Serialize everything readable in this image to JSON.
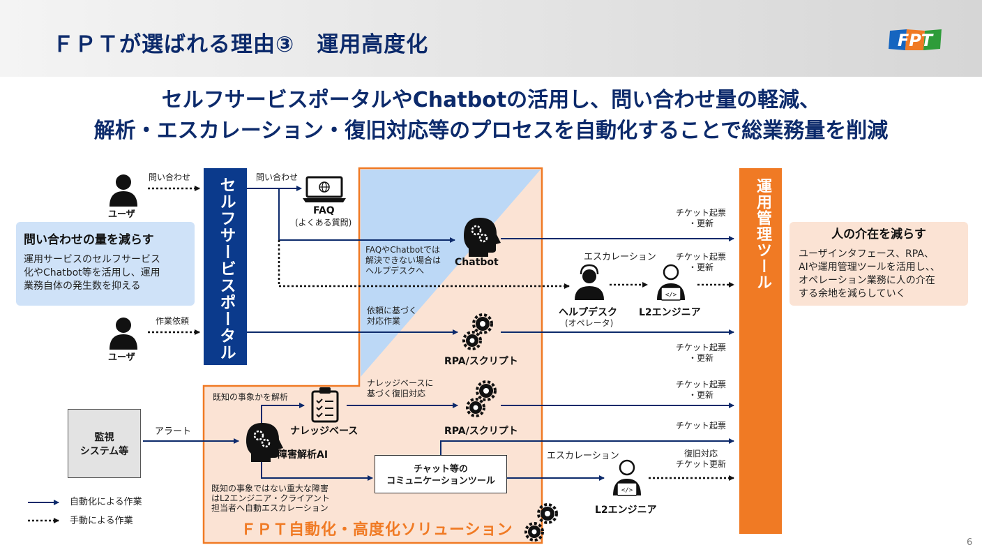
{
  "header": {
    "title": "ＦＰＴが選ばれる理由③　運用高度化",
    "logo_text": "FPT"
  },
  "headline": {
    "line1": "セルフサービスポータルやChatbotの活用し、問い合わせ量の軽減、",
    "line2": "解析・エスカレーション・復旧対応等のプロセスを自動化することで総業務量を削減"
  },
  "left_box": {
    "title": "問い合わせの量を減らす",
    "body": "運用サービスのセルフサービス\n化やChatbot等を活用し、運用\n業務自体の発生数を抑える"
  },
  "right_box": {
    "title": "人の介在を減らす",
    "body": "ユーザインタフェース、RPA、\nAIや運用管理ツールを活用し、、\nオペレーション業務に人の介在\nする余地を減らしていく"
  },
  "actors": {
    "user_label": "ユーザ",
    "helpdesk_label": "ヘルプデスク",
    "helpdesk_sub": "(オペレータ)",
    "l2_label": "L2エンジニア",
    "monitor_label": "監視\nシステム等"
  },
  "portal_label": "セルフサービスポータル",
  "mgmt_label": "運用管理ツール",
  "nodes": {
    "faq_label": "FAQ",
    "faq_sub": "(よくある質問)",
    "chatbot_label": "Chatbot",
    "rpa_label": "RPA/スクリプト",
    "knowledge_label": "ナレッジベース",
    "ai_label": "障害解析AI",
    "chat_tool_label": "チャット等の\nコミュニケーションツール"
  },
  "flows": {
    "inquiry": "問い合わせ",
    "work_request": "作業依頼",
    "alert": "アラート",
    "escalation": "エスカレーション",
    "ticket_update": "チケット起票\n・更新",
    "ticket_issue": "チケット起票",
    "recovery_ticket": "復旧対応\nチケット更新",
    "faq_chatbot_note": "FAQやChatbotでは\n解決できない場合は\nヘルプデスクへ",
    "request_note": "依頼に基づく\n対応作業",
    "knowledge_note": "ナレッジベースに\n基づく復旧対応",
    "known_event": "既知の事象かを解析",
    "unknown_event": "既知の事象ではない重大な障害\nはL2エンジニア・クライアント\n担当者へ自動エスカレーション"
  },
  "legend": {
    "auto": "自動化による作業",
    "manual": "手動による作業"
  },
  "solution_label": "ＦＰＴ自動化・高度化ソリューション",
  "page_number": "6",
  "colors": {
    "navy": "#0c2a6b",
    "portal_blue": "#0b3a8c",
    "orange": "#f07a24",
    "light_blue": "#cfe2f8",
    "peach": "#fbe3d4"
  }
}
